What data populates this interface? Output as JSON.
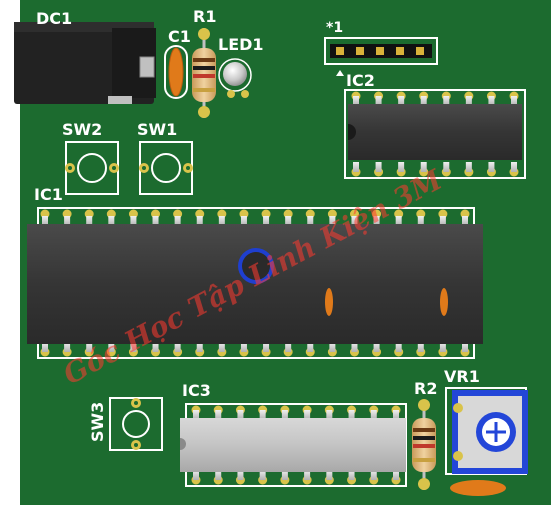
{
  "board": {
    "background_color": "#ffffff",
    "pcb_color": "#1c6b2f",
    "silkscreen_color": "#ffffff",
    "pad_color": "#d9c34a",
    "ic_body_color": "#3a3a3a",
    "trimmer_color": "#1f4fd6",
    "watermark_color": "#ff3b2f"
  },
  "labels": {
    "dc1": "DC1",
    "c1": "C1",
    "r1": "R1",
    "led1": "LED1",
    "header_mark": "*1",
    "ic2": "IC2",
    "sw2": "SW2",
    "sw1": "SW1",
    "ic1": "IC1",
    "ic3": "IC3",
    "r2": "R2",
    "vr1": "VR1",
    "sw3": "SW3"
  },
  "watermark": {
    "text": "Góc Học Tập Linh Kiện 3M"
  },
  "components": {
    "ic1_pins_per_side": 20,
    "ic2_pins_per_side": 8,
    "ic3_pins_per_side": 10,
    "header_pins": 5,
    "icons": [
      "dc-jack-icon",
      "capacitor-icon",
      "resistor-icon",
      "led-icon",
      "switch-icon",
      "dip-ic-icon",
      "pin-header-icon",
      "trimmer-potentiometer-icon"
    ]
  }
}
